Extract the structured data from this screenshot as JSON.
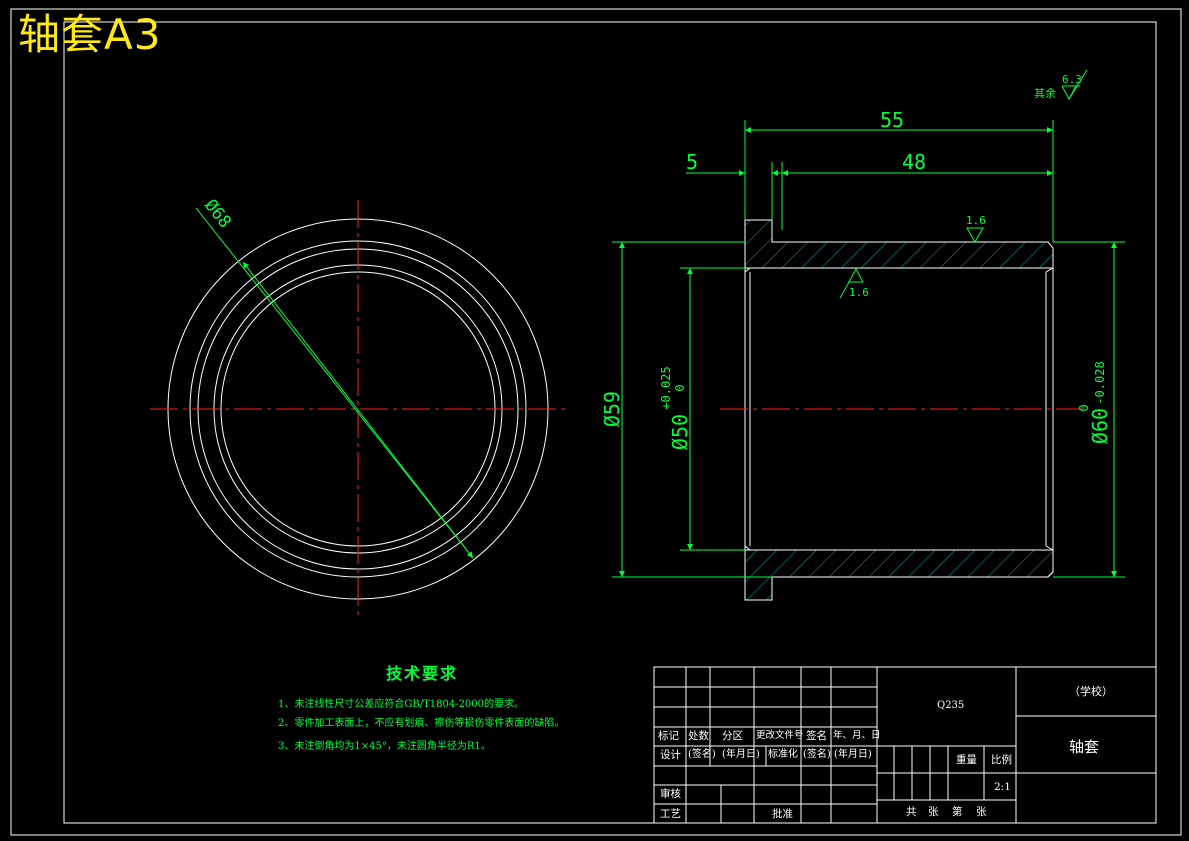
{
  "sheet": {
    "corner_title": "轴套A3"
  },
  "dimensions": {
    "length_total": "55",
    "length_step": "48",
    "flange_width": "5",
    "dia_outer_circle": "Ø68",
    "dia_flange": "Ø59",
    "dia_bore": "Ø50",
    "bore_tol_upper": "+0.025",
    "bore_tol_lower": "0",
    "dia_outer": "Ø60",
    "outer_tol_upper": "0",
    "outer_tol_lower": "-0.028"
  },
  "surface_finish": {
    "outer": "1.6",
    "bore": "1.6",
    "general_label": "其余",
    "general_value": "6.3"
  },
  "tech_requirements": {
    "title": "技术要求",
    "items": [
      "1、未注线性尺寸公差应符合GB/T1804-2000的要求。",
      "2、零件加工表面上，不应有划痕、擦伤等损伤零件表面的缺陷。",
      "3、未注倒角均为1×45°，未注圆角半径为R1。"
    ]
  },
  "title_block": {
    "material": "Q235",
    "school": "（学校）",
    "part_name": "轴套",
    "headers": [
      "标记",
      "处数",
      "分区",
      "更改文件号",
      "签名",
      "年、月、日"
    ],
    "design_row": [
      "设计",
      "(签名)",
      "(年月日)",
      "标准化",
      "(签名)",
      "(年月日)"
    ],
    "weight_label": "重量",
    "scale_label": "比例",
    "scale_value": "2:1",
    "review": "审核",
    "process": "工艺",
    "approve": "批准",
    "sheets": [
      "共",
      "张",
      "第",
      "张"
    ]
  },
  "colors": {
    "background": "#000000",
    "outline": "#ffffff",
    "dimension": "#00ff3c",
    "centerline": "#ff2020",
    "hatch": "#00d0d0",
    "title_text": "#ffe81a"
  }
}
